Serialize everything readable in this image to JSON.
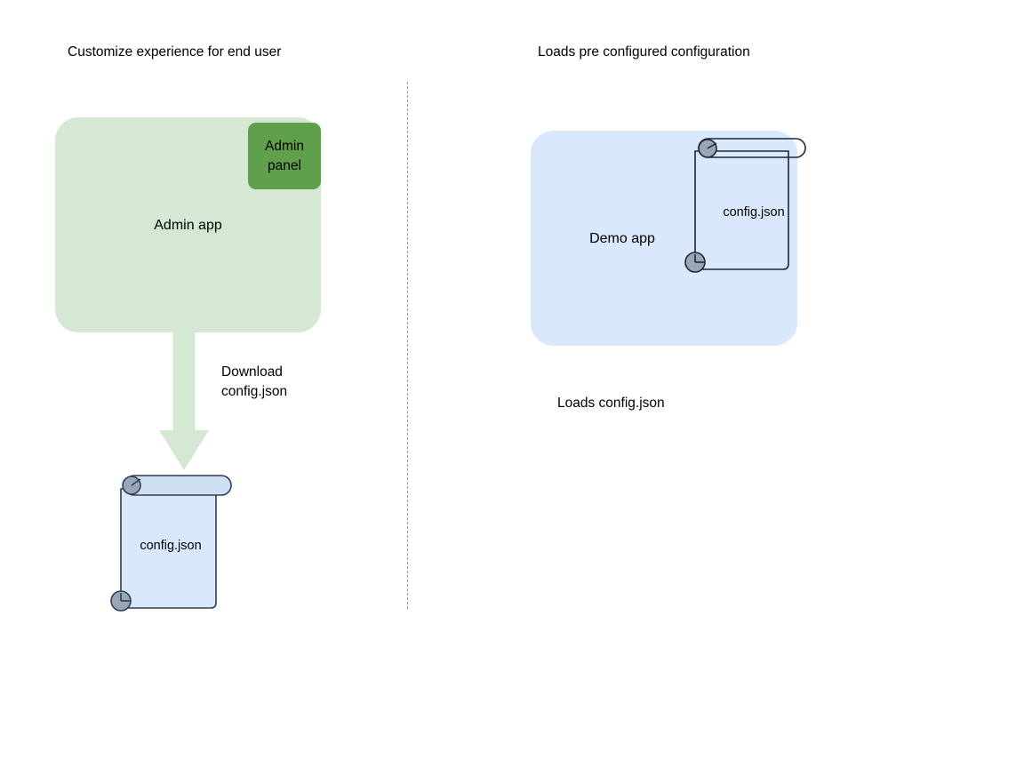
{
  "titles": {
    "left": "Customize experience for end user",
    "right": "Loads pre configured configuration"
  },
  "left_column": {
    "app": {
      "name": "Admin app",
      "fill": "#d5e8d4"
    },
    "badge": {
      "label": "Admin\npanel",
      "fill": "#60a04c"
    },
    "arrow": {
      "label": "Download\nconfig.json",
      "fill": "#d5e8d4",
      "direction": "down"
    },
    "document": {
      "label": "config.json",
      "fill": "#dae8fc",
      "stroke": "#2f3e53",
      "roll_fill": "#9aa6b5",
      "icon": "scroll-icon"
    }
  },
  "right_column": {
    "app": {
      "name": "Demo app",
      "fill": "#dae8fc"
    },
    "document": {
      "label": "config.json",
      "fill": "transparent",
      "stroke": "#1f2733",
      "roll_fill": "#9aa6b5",
      "icon": "scroll-icon"
    },
    "caption": "Loads config.json"
  },
  "divider": {
    "style": "dashed-vertical",
    "color": "#9a9a9a"
  }
}
